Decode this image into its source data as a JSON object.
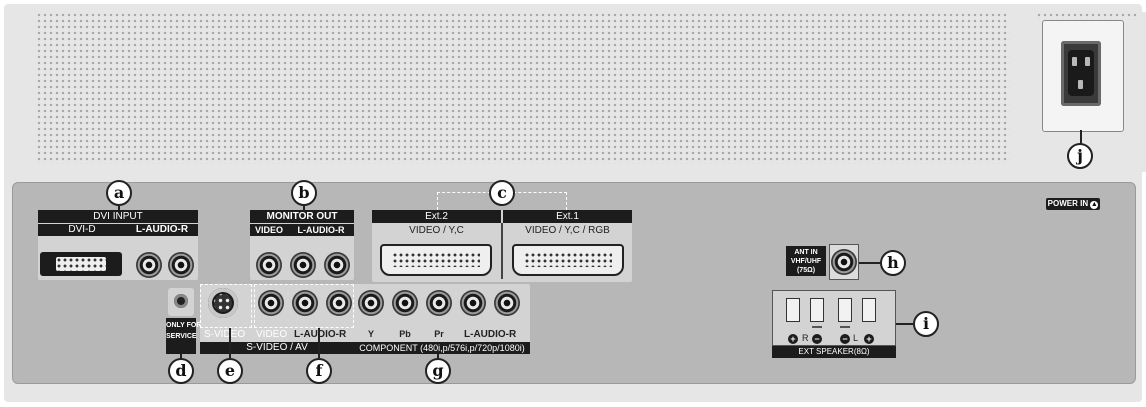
{
  "callouts": [
    "a",
    "b",
    "c",
    "d",
    "e",
    "f",
    "g",
    "h",
    "i",
    "j"
  ],
  "dvi": {
    "header": "DVI INPUT",
    "port": "DVI-D",
    "audio": "L-AUDIO-R"
  },
  "monitor_out": {
    "header": "MONITOR OUT",
    "video": "VIDEO",
    "audio": "L-AUDIO-R"
  },
  "scart": {
    "ext2": {
      "header": "Ext.2",
      "sub": "VIDEO / Y,C"
    },
    "ext1": {
      "header": "Ext.1",
      "sub": "VIDEO / Y,C / RGB"
    }
  },
  "service": {
    "label_line1": "ONLY FOR",
    "label_line2": "SERVICE"
  },
  "av": {
    "svideo": "S-VIDEO",
    "video": "VIDEO",
    "audio": "L-AUDIO-R",
    "footer": "S-VIDEO / AV"
  },
  "component": {
    "y": "Y",
    "pb": "Pb",
    "pr": "Pr",
    "audio": "L-AUDIO-R",
    "footer": "COMPONENT (480i,p/576i,p/720p/1080i)"
  },
  "antenna": {
    "line1": "ANT IN",
    "line2": "VHF/UHF",
    "line3": "(75Ω)"
  },
  "speaker": {
    "r": "R",
    "l": "L",
    "footer": "EXT SPEAKER(8Ω)"
  },
  "power": {
    "label": "POWER IN"
  },
  "colors": {
    "panel": "#b7b7b7",
    "label_block": "#1c1c1c",
    "background": "#e6e6e6"
  },
  "icons": [
    "rca-jack-icon",
    "dvi-port-icon",
    "scart-port-icon",
    "s-video-port-icon",
    "antenna-coax-icon",
    "speaker-terminal-icon",
    "power-socket-icon"
  ]
}
